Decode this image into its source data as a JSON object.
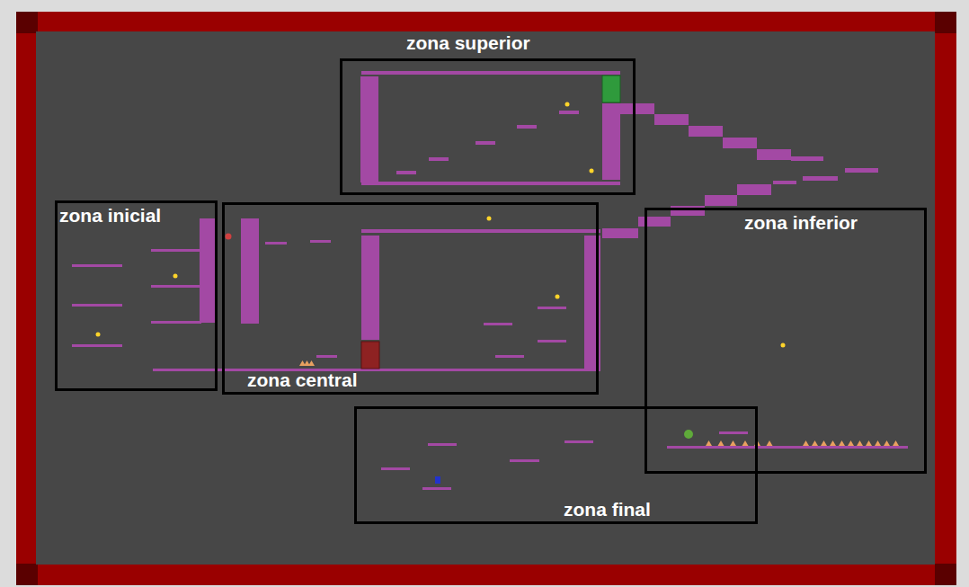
{
  "diagram": {
    "nodes": [
      {
        "text": [
          "zona superior"
        ]
      },
      {
        "text": [
          "zona inicial"
        ]
      },
      {
        "text": [
          "zona central"
        ]
      },
      {
        "text": [
          "zona inferior"
        ]
      },
      {
        "text": [
          "zona final"
        ]
      }
    ]
  }
}
